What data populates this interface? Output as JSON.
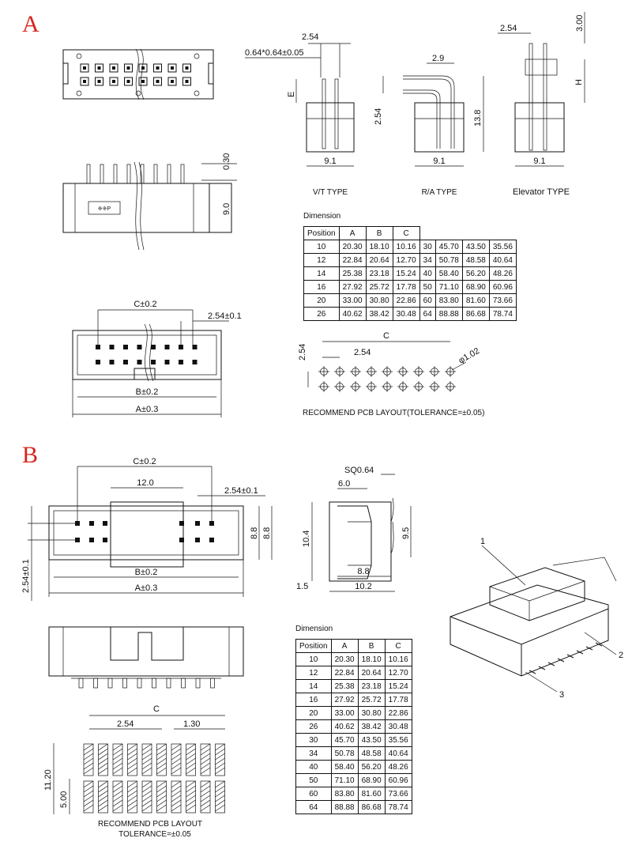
{
  "section_a": {
    "label": "A",
    "top_pin_pitch": "2.54",
    "pin_size": "0.64*0.64±0.05",
    "dim_e": "E",
    "vt_height": "9.1",
    "ra_offset": "2.9",
    "ra_pitch": "2.54",
    "ra_height": "13.8",
    "ra_width": "9.1",
    "elev_pitch": "2.54",
    "elev_top": "3.00",
    "elev_h": "H",
    "elev_width": "9.1",
    "side_dim_top": "0.30",
    "side_dim_height": "9.0",
    "types": [
      "V/T TYPE",
      "R/A TYPE",
      "Elevator TYPE"
    ],
    "dim_c": "C±0.2",
    "dim_pitch": "2.54±0.1",
    "dim_b": "B±0.2",
    "dim_a": "A±0.3",
    "dimension_title": "Dimension",
    "table_headers": [
      "Position",
      "A",
      "B",
      "C"
    ],
    "table_rows_left": [
      [
        "10",
        "20.30",
        "18.10",
        "10.16"
      ],
      [
        "12",
        "22.84",
        "20.64",
        "12.70"
      ],
      [
        "14",
        "25.38",
        "23.18",
        "15.24"
      ],
      [
        "16",
        "27.92",
        "25.72",
        "17.78"
      ],
      [
        "20",
        "33.00",
        "30.80",
        "22.86"
      ],
      [
        "26",
        "40.62",
        "38.42",
        "30.48"
      ]
    ],
    "table_rows_right": [
      [
        "30",
        "45.70",
        "43.50",
        "35.56"
      ],
      [
        "34",
        "50.78",
        "48.58",
        "40.64"
      ],
      [
        "40",
        "58.40",
        "56.20",
        "48.26"
      ],
      [
        "50",
        "71.10",
        "68.90",
        "60.96"
      ],
      [
        "60",
        "83.80",
        "81.60",
        "73.66"
      ],
      [
        "64",
        "88.88",
        "86.68",
        "78.74"
      ]
    ],
    "pcb_c": "C",
    "pcb_pitch_v": "2.54",
    "pcb_pitch_h": "2.54",
    "pcb_hole": "φ1.02",
    "pcb_caption": "RECOMMEND PCB LAYOUT(TOLERANCE=±0.05)"
  },
  "section_b": {
    "label": "B",
    "dim_c": "C±0.2",
    "dim_12": "12.0",
    "dim_pitch": "2.54±0.1",
    "dim_side_pitch": "2.54±0.1",
    "dim_88a": "8.8",
    "dim_88b": "8.8",
    "dim_b": "B±0.2",
    "dim_a": "A±0.3",
    "sq": "SQ0.64",
    "dim_60": "6.0",
    "dim_104": "10.4",
    "dim_95": "9.5",
    "dim_88": "8.8",
    "dim_15": "1.5",
    "dim_102": "10.2",
    "pcb_c": "C",
    "pcb_254": "2.54",
    "pcb_130": "1.30",
    "pcb_1120": "11.20",
    "pcb_500": "5.00",
    "pcb_caption_1": "RECOMMEND PCB LAYOUT",
    "pcb_caption_2": "TOLERANCE=±0.05",
    "dimension_title": "Dimension",
    "table_headers": [
      "Position",
      "A",
      "B",
      "C"
    ],
    "table_rows": [
      [
        "10",
        "20.30",
        "18.10",
        "10.16"
      ],
      [
        "12",
        "22.84",
        "20.64",
        "12.70"
      ],
      [
        "14",
        "25.38",
        "23.18",
        "15.24"
      ],
      [
        "16",
        "27.92",
        "25.72",
        "17.78"
      ],
      [
        "20",
        "33.00",
        "30.80",
        "22.86"
      ],
      [
        "26",
        "40.62",
        "38.42",
        "30.48"
      ],
      [
        "30",
        "45.70",
        "43.50",
        "35.56"
      ],
      [
        "34",
        "50.78",
        "48.58",
        "40.64"
      ],
      [
        "40",
        "58.40",
        "56.20",
        "48.26"
      ],
      [
        "50",
        "71.10",
        "68.90",
        "60.96"
      ],
      [
        "60",
        "83.80",
        "81.60",
        "73.66"
      ],
      [
        "64",
        "88.88",
        "86.68",
        "78.74"
      ]
    ],
    "callouts": [
      "1",
      "2",
      "3"
    ]
  },
  "colors": {
    "label": "#d6261f",
    "line": "#111111"
  }
}
